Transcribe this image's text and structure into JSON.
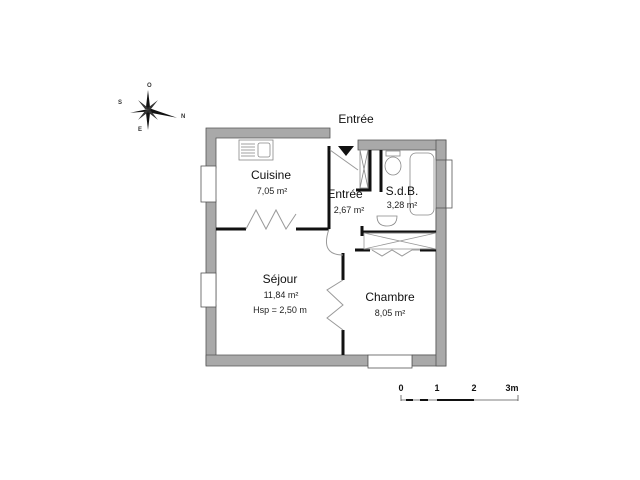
{
  "colors": {
    "wall": "#a9a9a9",
    "wall_stroke": "#555555",
    "partition": "#111111",
    "fixture": "#888888",
    "background": "#ffffff"
  },
  "compass": {
    "north": "N",
    "south": "S",
    "east": "E",
    "west": "O"
  },
  "entrance": {
    "label": "Entrée",
    "arrow_icon": "down-triangle"
  },
  "rooms": [
    {
      "name": "Cuisine",
      "area": "7,05 m²"
    },
    {
      "name": "Entrée",
      "area": "2,67 m²"
    },
    {
      "name": "S.d.B.",
      "area": "3,28 m²"
    },
    {
      "name": "Séjour",
      "area": "11,84 m²",
      "ceiling_height": "Hsp = 2,50 m"
    },
    {
      "name": "Chambre",
      "area": "8,05 m²"
    }
  ],
  "scale_bar": {
    "ticks": [
      "0",
      "1",
      "2",
      "3m"
    ]
  }
}
